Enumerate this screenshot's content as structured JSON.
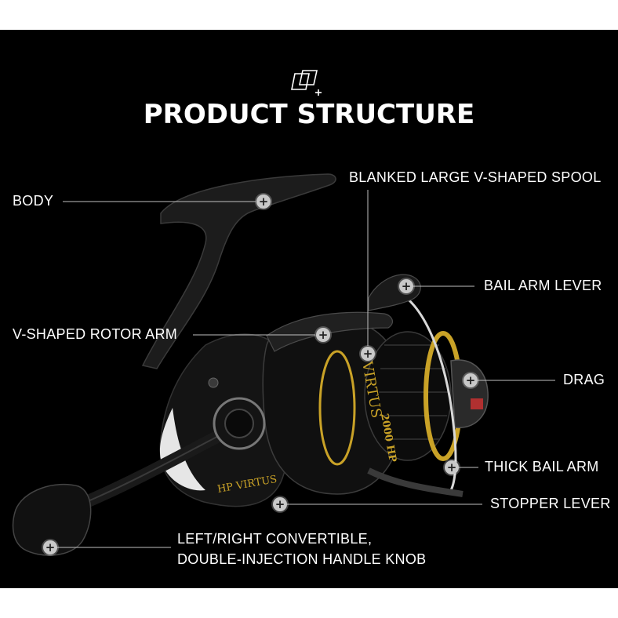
{
  "header": {
    "title": "PRODUCT STRUCTURE"
  },
  "reel_branding": {
    "spool_model": "VIRTUS",
    "spool_size": "2000 HP",
    "body_model": "HP VIRTUS"
  },
  "labels": {
    "body": "BODY",
    "spool": "BLANKED LARGE V-SHAPED SPOOL",
    "bail_arm_lever": "BAIL ARM LEVER",
    "rotor_arm": "V-SHAPED ROTOR ARM",
    "drag": "DRAG",
    "thick_bail_arm": "THICK BAIL ARM",
    "stopper_lever": "STOPPER LEVER",
    "handle_knob_line1": "LEFT/RIGHT CONVERTIBLE,",
    "handle_knob_line2": "DOUBLE-INJECTION HANDLE KNOB"
  },
  "hotspot_symbol": "+",
  "colors": {
    "background": "#000000",
    "text": "#ffffff",
    "accent_gold": "#c9a227",
    "leader_line": "#bfbfbf",
    "hotspot": "#c9c9c9"
  }
}
